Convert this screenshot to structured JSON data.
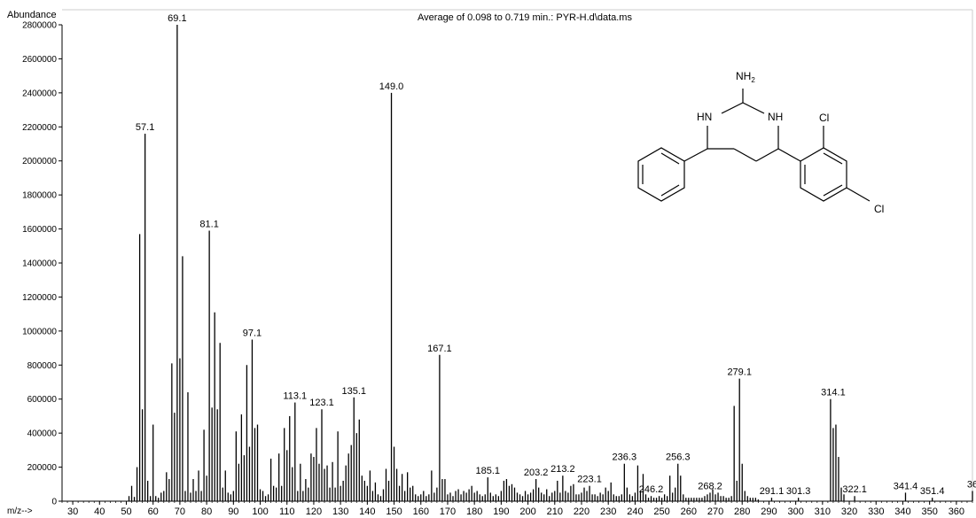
{
  "chart_data": {
    "type": "bar",
    "title": "Average of 0.098 to 0.719 min.: PYR-H.d\\data.ms",
    "ylabel": "Abundance",
    "xlabel": "m/z-->",
    "xlim": [
      26,
      366
    ],
    "ylim": [
      0,
      2800000
    ],
    "grid": false,
    "yticks": [
      "0",
      "200000",
      "400000",
      "600000",
      "800000",
      "1000000",
      "1200000",
      "1400000",
      "1600000",
      "1800000",
      "2000000",
      "2200000",
      "2400000",
      "2600000",
      "2800000"
    ],
    "xticks": [
      "30",
      "40",
      "50",
      "60",
      "70",
      "80",
      "90",
      "100",
      "110",
      "120",
      "130",
      "140",
      "150",
      "160",
      "170",
      "180",
      "190",
      "200",
      "210",
      "220",
      "230",
      "240",
      "250",
      "260",
      "270",
      "280",
      "290",
      "300",
      "310",
      "320",
      "330",
      "340",
      "350",
      "360"
    ],
    "peaks": [
      [
        51,
        30000
      ],
      [
        52,
        90000
      ],
      [
        53,
        25000
      ],
      [
        54,
        200000
      ],
      [
        55,
        1570000
      ],
      [
        56,
        540000
      ],
      [
        57,
        2160000
      ],
      [
        58,
        120000
      ],
      [
        59,
        30000
      ],
      [
        60,
        450000
      ],
      [
        61,
        30000
      ],
      [
        62,
        20000
      ],
      [
        63,
        50000
      ],
      [
        64,
        60000
      ],
      [
        65,
        170000
      ],
      [
        66,
        130000
      ],
      [
        67,
        810000
      ],
      [
        68,
        520000
      ],
      [
        69,
        2800000
      ],
      [
        70,
        840000
      ],
      [
        71,
        1440000
      ],
      [
        72,
        60000
      ],
      [
        73,
        640000
      ],
      [
        74,
        50000
      ],
      [
        75,
        130000
      ],
      [
        76,
        60000
      ],
      [
        77,
        180000
      ],
      [
        78,
        60000
      ],
      [
        79,
        420000
      ],
      [
        80,
        150000
      ],
      [
        81,
        1590000
      ],
      [
        82,
        550000
      ],
      [
        83,
        1110000
      ],
      [
        84,
        540000
      ],
      [
        85,
        930000
      ],
      [
        86,
        80000
      ],
      [
        87,
        180000
      ],
      [
        88,
        50000
      ],
      [
        89,
        40000
      ],
      [
        90,
        60000
      ],
      [
        91,
        410000
      ],
      [
        92,
        220000
      ],
      [
        93,
        510000
      ],
      [
        94,
        270000
      ],
      [
        95,
        800000
      ],
      [
        96,
        320000
      ],
      [
        97,
        950000
      ],
      [
        98,
        430000
      ],
      [
        99,
        450000
      ],
      [
        100,
        70000
      ],
      [
        101,
        60000
      ],
      [
        102,
        30000
      ],
      [
        103,
        40000
      ],
      [
        104,
        250000
      ],
      [
        105,
        90000
      ],
      [
        106,
        80000
      ],
      [
        107,
        280000
      ],
      [
        108,
        90000
      ],
      [
        109,
        430000
      ],
      [
        110,
        300000
      ],
      [
        111,
        500000
      ],
      [
        112,
        200000
      ],
      [
        113,
        580000
      ],
      [
        114,
        60000
      ],
      [
        115,
        220000
      ],
      [
        116,
        60000
      ],
      [
        117,
        130000
      ],
      [
        118,
        80000
      ],
      [
        119,
        280000
      ],
      [
        120,
        260000
      ],
      [
        121,
        430000
      ],
      [
        122,
        220000
      ],
      [
        123,
        540000
      ],
      [
        124,
        190000
      ],
      [
        125,
        210000
      ],
      [
        126,
        80000
      ],
      [
        127,
        230000
      ],
      [
        128,
        80000
      ],
      [
        129,
        410000
      ],
      [
        130,
        90000
      ],
      [
        131,
        120000
      ],
      [
        132,
        210000
      ],
      [
        133,
        280000
      ],
      [
        134,
        330000
      ],
      [
        135,
        610000
      ],
      [
        136,
        400000
      ],
      [
        137,
        480000
      ],
      [
        138,
        150000
      ],
      [
        139,
        120000
      ],
      [
        140,
        90000
      ],
      [
        141,
        180000
      ],
      [
        142,
        60000
      ],
      [
        143,
        110000
      ],
      [
        144,
        40000
      ],
      [
        145,
        30000
      ],
      [
        146,
        70000
      ],
      [
        147,
        190000
      ],
      [
        148,
        120000
      ],
      [
        149,
        2400000
      ],
      [
        150,
        320000
      ],
      [
        151,
        190000
      ],
      [
        152,
        90000
      ],
      [
        153,
        160000
      ],
      [
        154,
        60000
      ],
      [
        155,
        170000
      ],
      [
        156,
        80000
      ],
      [
        157,
        90000
      ],
      [
        158,
        40000
      ],
      [
        159,
        30000
      ],
      [
        160,
        40000
      ],
      [
        161,
        60000
      ],
      [
        162,
        30000
      ],
      [
        163,
        40000
      ],
      [
        164,
        180000
      ],
      [
        165,
        50000
      ],
      [
        166,
        80000
      ],
      [
        167,
        860000
      ],
      [
        168,
        130000
      ],
      [
        169,
        130000
      ],
      [
        170,
        40000
      ],
      [
        171,
        50000
      ],
      [
        172,
        30000
      ],
      [
        173,
        60000
      ],
      [
        174,
        70000
      ],
      [
        175,
        40000
      ],
      [
        176,
        60000
      ],
      [
        177,
        50000
      ],
      [
        178,
        70000
      ],
      [
        179,
        90000
      ],
      [
        180,
        50000
      ],
      [
        181,
        60000
      ],
      [
        182,
        40000
      ],
      [
        183,
        30000
      ],
      [
        184,
        40000
      ],
      [
        185,
        140000
      ],
      [
        186,
        50000
      ],
      [
        187,
        30000
      ],
      [
        188,
        40000
      ],
      [
        189,
        30000
      ],
      [
        190,
        60000
      ],
      [
        191,
        120000
      ],
      [
        192,
        130000
      ],
      [
        193,
        90000
      ],
      [
        194,
        100000
      ],
      [
        195,
        80000
      ],
      [
        196,
        50000
      ],
      [
        197,
        40000
      ],
      [
        198,
        30000
      ],
      [
        199,
        60000
      ],
      [
        200,
        40000
      ],
      [
        201,
        50000
      ],
      [
        202,
        70000
      ],
      [
        203,
        130000
      ],
      [
        204,
        80000
      ],
      [
        205,
        50000
      ],
      [
        206,
        40000
      ],
      [
        207,
        70000
      ],
      [
        208,
        30000
      ],
      [
        209,
        50000
      ],
      [
        210,
        60000
      ],
      [
        211,
        120000
      ],
      [
        212,
        50000
      ],
      [
        213,
        150000
      ],
      [
        214,
        60000
      ],
      [
        215,
        50000
      ],
      [
        216,
        90000
      ],
      [
        217,
        100000
      ],
      [
        218,
        40000
      ],
      [
        219,
        40000
      ],
      [
        220,
        50000
      ],
      [
        221,
        80000
      ],
      [
        222,
        60000
      ],
      [
        223,
        90000
      ],
      [
        224,
        40000
      ],
      [
        225,
        40000
      ],
      [
        226,
        30000
      ],
      [
        227,
        50000
      ],
      [
        228,
        40000
      ],
      [
        229,
        80000
      ],
      [
        230,
        60000
      ],
      [
        231,
        110000
      ],
      [
        232,
        40000
      ],
      [
        233,
        30000
      ],
      [
        234,
        30000
      ],
      [
        235,
        40000
      ],
      [
        236,
        220000
      ],
      [
        237,
        80000
      ],
      [
        238,
        40000
      ],
      [
        239,
        30000
      ],
      [
        240,
        50000
      ],
      [
        241,
        210000
      ],
      [
        242,
        60000
      ],
      [
        243,
        160000
      ],
      [
        244,
        40000
      ],
      [
        245,
        20000
      ],
      [
        246,
        30000
      ],
      [
        247,
        20000
      ],
      [
        248,
        20000
      ],
      [
        249,
        30000
      ],
      [
        250,
        20000
      ],
      [
        251,
        40000
      ],
      [
        252,
        30000
      ],
      [
        253,
        150000
      ],
      [
        254,
        50000
      ],
      [
        255,
        80000
      ],
      [
        256,
        220000
      ],
      [
        257,
        150000
      ],
      [
        258,
        40000
      ],
      [
        259,
        20000
      ],
      [
        260,
        20000
      ],
      [
        261,
        20000
      ],
      [
        262,
        20000
      ],
      [
        263,
        20000
      ],
      [
        264,
        20000
      ],
      [
        265,
        20000
      ],
      [
        266,
        30000
      ],
      [
        267,
        40000
      ],
      [
        268,
        50000
      ],
      [
        269,
        70000
      ],
      [
        270,
        40000
      ],
      [
        271,
        50000
      ],
      [
        272,
        30000
      ],
      [
        273,
        30000
      ],
      [
        274,
        20000
      ],
      [
        275,
        20000
      ],
      [
        276,
        30000
      ],
      [
        277,
        560000
      ],
      [
        278,
        120000
      ],
      [
        279,
        720000
      ],
      [
        280,
        220000
      ],
      [
        281,
        60000
      ],
      [
        282,
        30000
      ],
      [
        283,
        20000
      ],
      [
        284,
        20000
      ],
      [
        285,
        20000
      ],
      [
        286,
        10000
      ],
      [
        291,
        20000
      ],
      [
        301,
        20000
      ],
      [
        313,
        600000
      ],
      [
        314,
        430000
      ],
      [
        315,
        450000
      ],
      [
        316,
        260000
      ],
      [
        317,
        80000
      ],
      [
        318,
        40000
      ],
      [
        322,
        30000
      ],
      [
        341,
        50000
      ],
      [
        351,
        20000
      ],
      [
        366,
        60000
      ]
    ],
    "labels": [
      {
        "x": 57,
        "text": "57.1",
        "y": 2160000
      },
      {
        "x": 69,
        "text": "69.1",
        "y": 2800000
      },
      {
        "x": 81,
        "text": "81.1",
        "y": 1590000
      },
      {
        "x": 97,
        "text": "97.1",
        "y": 950000
      },
      {
        "x": 113,
        "text": "113.1",
        "y": 580000
      },
      {
        "x": 123,
        "text": "123.1",
        "y": 540000
      },
      {
        "x": 135,
        "text": "135.1",
        "y": 610000
      },
      {
        "x": 149,
        "text": "149.0",
        "y": 2400000
      },
      {
        "x": 167,
        "text": "167.1",
        "y": 860000
      },
      {
        "x": 185,
        "text": "185.1",
        "y": 140000
      },
      {
        "x": 203,
        "text": "203.2",
        "y": 130000
      },
      {
        "x": 213,
        "text": "213.2",
        "y": 150000
      },
      {
        "x": 223,
        "text": "223.1",
        "y": 90000
      },
      {
        "x": 236,
        "text": "236.3",
        "y": 220000
      },
      {
        "x": 246,
        "text": "246.2",
        "y": 30000
      },
      {
        "x": 256,
        "text": "256.3",
        "y": 220000
      },
      {
        "x": 268,
        "text": "268.2",
        "y": 50000
      },
      {
        "x": 279,
        "text": "279.1",
        "y": 720000
      },
      {
        "x": 291,
        "text": "291.1",
        "y": 20000
      },
      {
        "x": 301,
        "text": "301.3",
        "y": 20000
      },
      {
        "x": 314,
        "text": "314.1",
        "y": 600000
      },
      {
        "x": 322,
        "text": "322.1",
        "y": 30000
      },
      {
        "x": 341,
        "text": "341.4",
        "y": 50000
      },
      {
        "x": 351,
        "text": "351.4",
        "y": 20000
      },
      {
        "x": 366,
        "text": "36",
        "y": 60000
      }
    ]
  },
  "structure": {
    "labels": {
      "nh2": "NH",
      "nh2_sub": "2",
      "hn_left": "HN",
      "nh_right": "NH",
      "cl_top": "Cl",
      "cl_bottom": "Cl"
    }
  }
}
